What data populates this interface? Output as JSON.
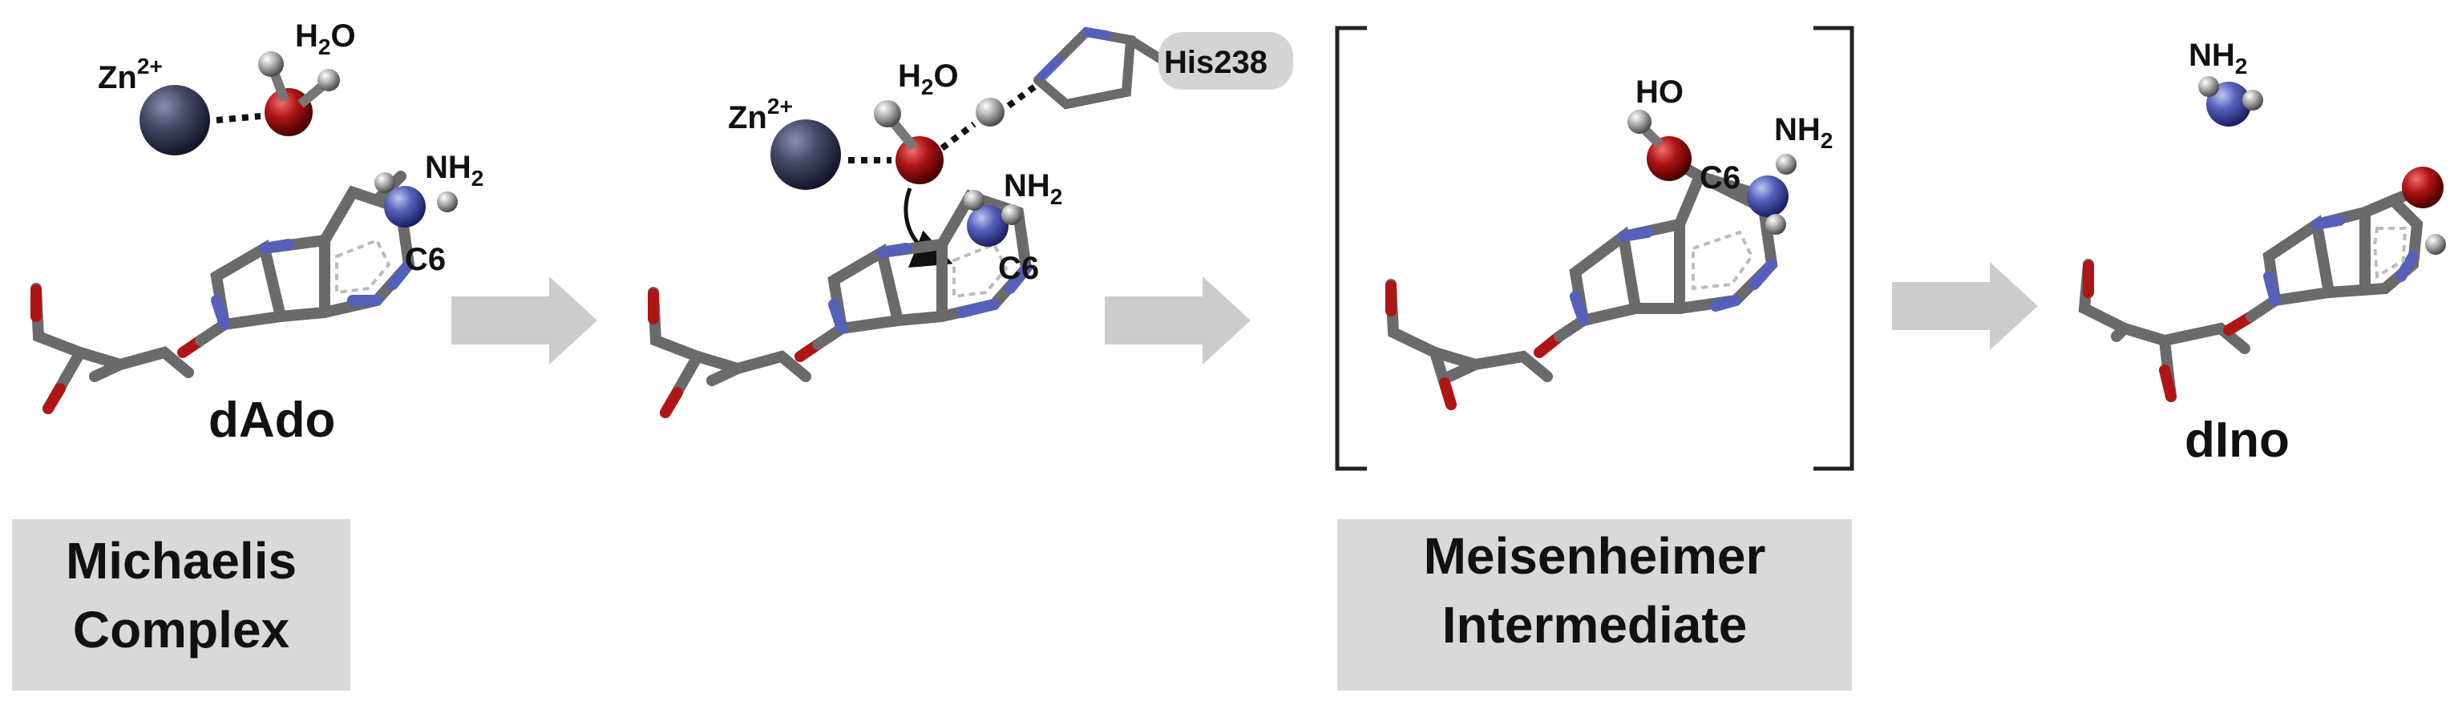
{
  "colors": {
    "zinc": "#3a3e56",
    "oxygen": "#b01515",
    "nitrogen": "#5560b8",
    "hydrogen": "#9a9a9a",
    "bond": "#6a6a6a",
    "arrow": "#cccccc",
    "box": "#d9d9d9",
    "his_box": "#d4d4d4"
  },
  "icons": [
    "zinc-atom-icon",
    "oxygen-atom-icon",
    "nitrogen-atom-icon",
    "hydrogen-atom-icon",
    "reaction-arrow-icon",
    "curved-attack-arrow-icon"
  ],
  "panel1": {
    "zn": "Zn",
    "zn_charge": "2+",
    "water": {
      "h": "H",
      "sub": "2",
      "o": "O"
    },
    "amine": {
      "n": "NH",
      "sub": "2"
    },
    "c6": "C6",
    "molecule": "dAdo"
  },
  "panel2": {
    "zn": "Zn",
    "zn_charge": "2+",
    "water": {
      "h": "H",
      "sub": "2",
      "o": "O"
    },
    "his": "His238",
    "amine": {
      "n": "NH",
      "sub": "2"
    },
    "c6": "C6"
  },
  "panel3": {
    "ho": "HO",
    "amine": {
      "n": "NH",
      "sub": "2"
    },
    "c6": "C6"
  },
  "panel4": {
    "amine": {
      "n": "NH",
      "sub": "2"
    },
    "molecule": "dIno"
  },
  "boxes": {
    "michaelis": [
      "Michaelis",
      "Complex"
    ],
    "meisenheimer": [
      "Meisenheimer",
      "Intermediate"
    ]
  }
}
